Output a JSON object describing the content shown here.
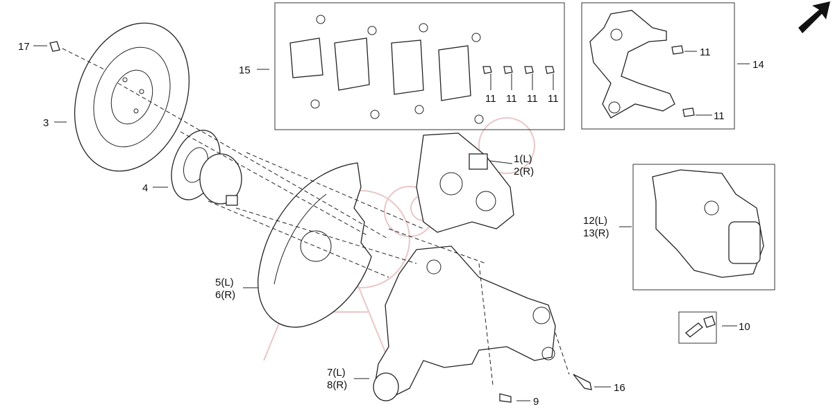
{
  "callouts": {
    "c1": "1(L)",
    "c2": "2(R)",
    "c3": "3",
    "c4": "4",
    "c5": "5(L)",
    "c6": "6(R)",
    "c7": "7(L)",
    "c8": "8(R)",
    "c9": "9",
    "c10": "10",
    "c11a": "11",
    "c11b": "11",
    "c11c": "11",
    "c11d": "11",
    "c11e": "11",
    "c11f": "11",
    "c12": "12(L)",
    "c13": "13(R)",
    "c14": "14",
    "c15": "15",
    "c16": "16",
    "c17": "17"
  },
  "colors": {
    "line": "#222222",
    "watermark": "#e9c7c7",
    "arrow": "#111111"
  },
  "icons": {
    "direction": "arrow-up-right-icon"
  }
}
